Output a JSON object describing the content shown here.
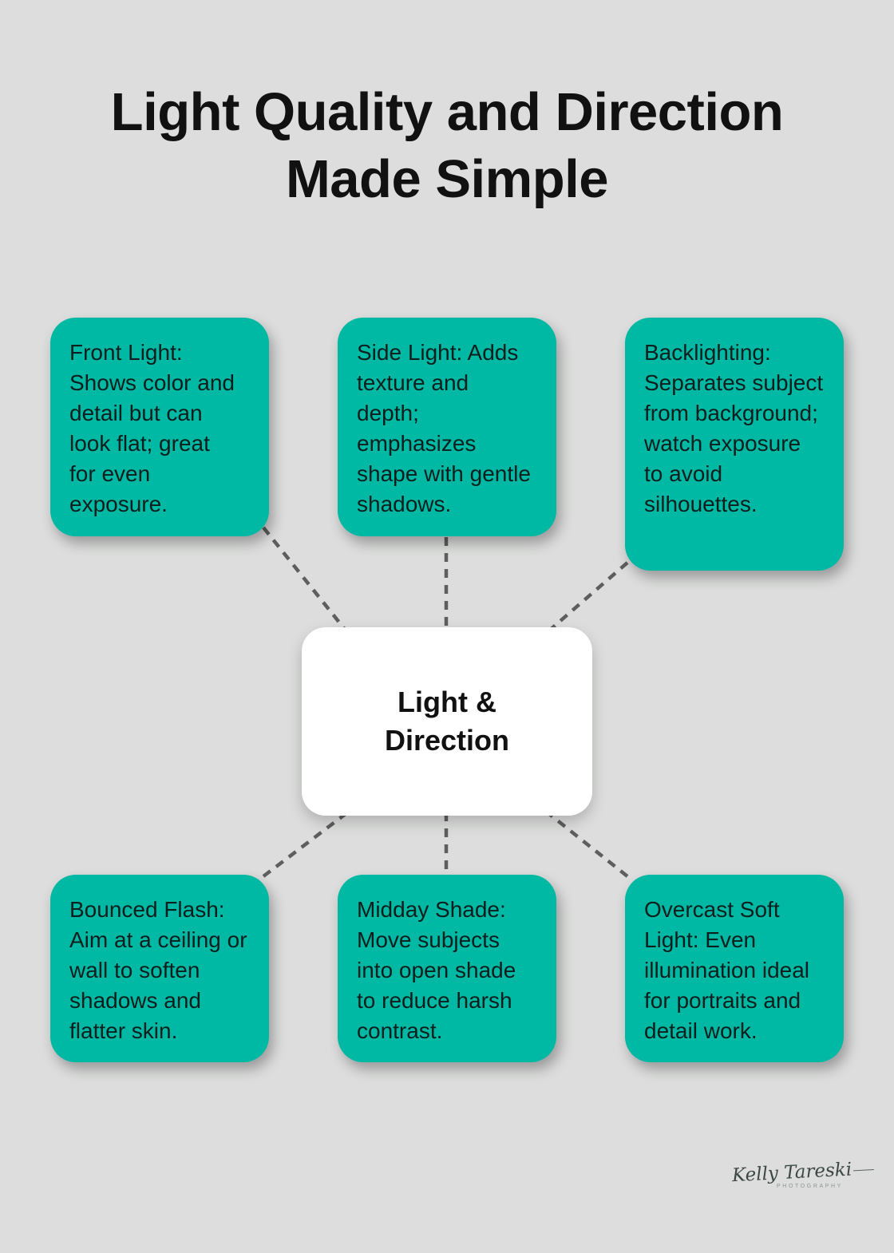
{
  "page": {
    "background_color": "#dcddDC",
    "node_color": "#00b9a4",
    "node_text_color": "#0d1e1c",
    "center_bg_color": "#ffffff",
    "connector_color": "#5e5e5e",
    "title_color": "#111111"
  },
  "title": {
    "line1": "Light Quality and Direction",
    "line2": "Made Simple"
  },
  "center_node": {
    "line1": "Light &",
    "line2": "Direction"
  },
  "nodes": [
    {
      "id": "front-light",
      "text": "Front Light: Shows color and detail but can look flat; great for even exposure."
    },
    {
      "id": "side-light",
      "text": "Side Light: Adds texture and depth; emphasizes shape with gentle shadows."
    },
    {
      "id": "backlighting",
      "text": "Backlighting: Separates subject from background; watch exposure to avoid silhouettes."
    },
    {
      "id": "bounced-flash",
      "text": "Bounced Flash: Aim at a ceiling or wall to soften shadows and flatter skin."
    },
    {
      "id": "midday-shade",
      "text": "Midday Shade: Move subjects into open shade to reduce harsh contrast."
    },
    {
      "id": "overcast-soft-light",
      "text": "Overcast Soft Light: Even illumination ideal for portraits and detail work."
    }
  ],
  "watermark": {
    "signature": "Kelly Tareski",
    "subtitle": "PHOTOGRAPHY"
  }
}
